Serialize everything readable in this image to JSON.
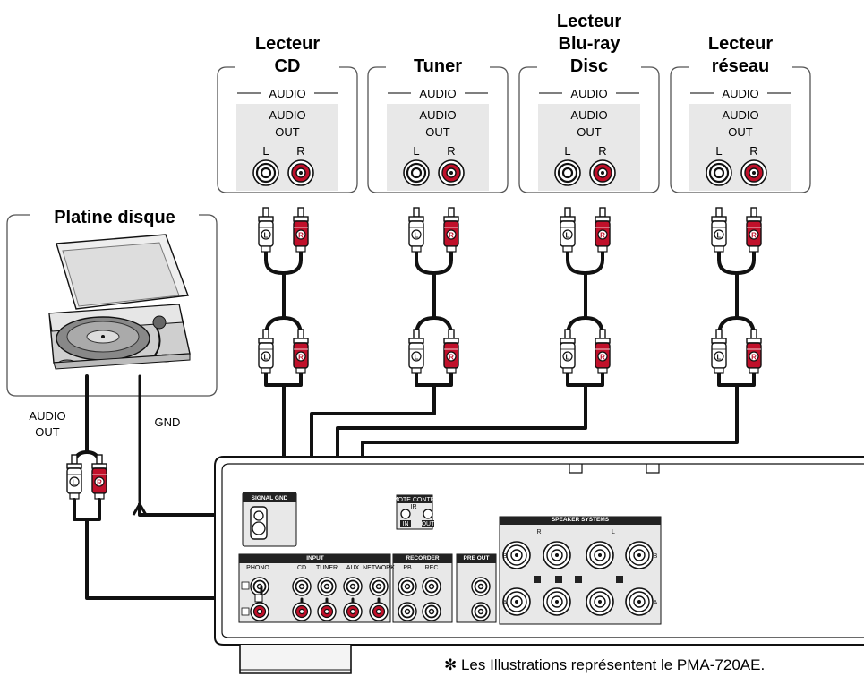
{
  "devices": [
    {
      "id": "cd",
      "title_lines": [
        "Lecteur",
        "CD"
      ],
      "section": "AUDIO",
      "out_lines": [
        "AUDIO",
        "OUT"
      ],
      "l": "L",
      "r": "R"
    },
    {
      "id": "tuner",
      "title_lines": [
        "Tuner"
      ],
      "section": "AUDIO",
      "out_lines": [
        "AUDIO",
        "OUT"
      ],
      "l": "L",
      "r": "R"
    },
    {
      "id": "bluray",
      "title_lines": [
        "Lecteur",
        "Blu-ray",
        "Disc"
      ],
      "section": "AUDIO",
      "out_lines": [
        "AUDIO",
        "OUT"
      ],
      "l": "L",
      "r": "R"
    },
    {
      "id": "network",
      "title_lines": [
        "Lecteur",
        "réseau"
      ],
      "section": "AUDIO",
      "out_lines": [
        "AUDIO",
        "OUT"
      ],
      "l": "L",
      "r": "R"
    }
  ],
  "turntable": {
    "title": "Platine disque",
    "audio_out_lines": [
      "AUDIO",
      "OUT"
    ],
    "gnd": "GND"
  },
  "plug_letters": {
    "left": "L",
    "right": "R"
  },
  "amp": {
    "signal_gnd": "SIGNAL GND",
    "remote_control": "REMOTE CONTROL",
    "ir": "IR",
    "ir_in": "IN",
    "ir_out": "OUT",
    "input": "INPUT",
    "inputs": [
      "PHONO",
      "CD",
      "TUNER",
      "AUX",
      "NETWORK"
    ],
    "recorder": "RECORDER",
    "recorder_pb": "PB",
    "recorder_rec": "REC",
    "pre_out": "PRE OUT",
    "speaker_systems": "SPEAKER SYSTEMS",
    "speaker_r": "R",
    "speaker_l": "L",
    "speaker_a": "A",
    "speaker_b": "B"
  },
  "footnote": "✻  Les Illustrations représentent le PMA-720AE.",
  "colors": {
    "red": "#c0102a",
    "cable": "#111111",
    "panel": "#e8e8e8",
    "box_border": "#555555"
  }
}
